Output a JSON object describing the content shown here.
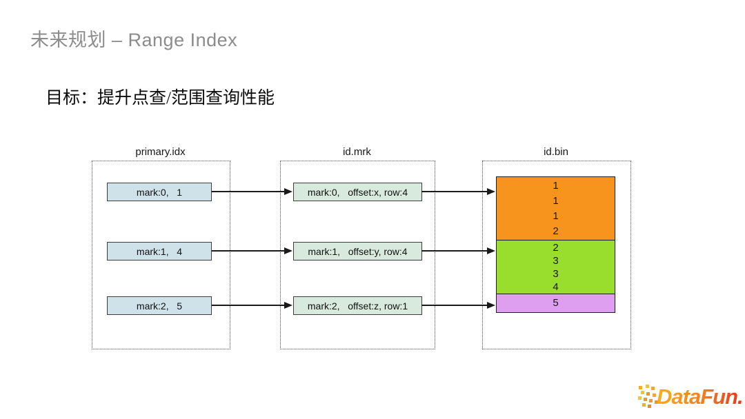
{
  "slide": {
    "title": "未来规划 – Range Index",
    "goal": "目标：提升点查/范围查询性能"
  },
  "diagram": {
    "columns": [
      {
        "label": "primary.idx",
        "rows": [
          "mark:0,   1",
          "mark:1,   4",
          "mark:2,   5"
        ]
      },
      {
        "label": "id.mrk",
        "rows": [
          "mark:0,   offset:x, row:4",
          "mark:1,   offset:y, row:4",
          "mark:2,   offset:z, row:1"
        ]
      },
      {
        "label": "id.bin",
        "blocks": [
          {
            "color": "#f7941e",
            "values": [
              "1",
              "1",
              "1",
              "2"
            ]
          },
          {
            "color": "#9ade2d",
            "values": [
              "2",
              "3",
              "3",
              "4"
            ]
          },
          {
            "color": "#df9ff0",
            "values": [
              "5"
            ]
          }
        ]
      }
    ],
    "colors": {
      "primary_box_fill": "#cfe2ea",
      "mrk_box_fill": "#d8eade",
      "bin_block_1": "#f7941e",
      "bin_block_2": "#9ade2d",
      "bin_block_3": "#df9ff0",
      "arrow": "#1a1a1a",
      "title_gray": "#8c8c8c"
    }
  },
  "footer": {
    "logo_text": "DataFun.",
    "logo_gradient_start": "#f9ac17",
    "logo_gradient_end": "#e8341c"
  }
}
